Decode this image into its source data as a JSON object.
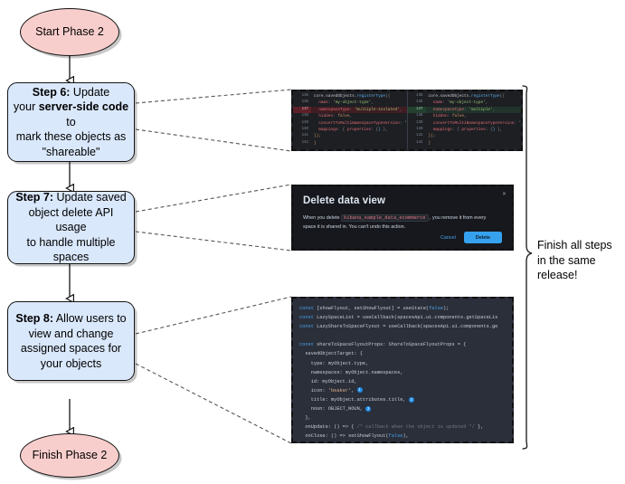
{
  "diagram": {
    "type": "flowchart",
    "title": "Phase 2 steps flowchart",
    "colors": {
      "terminator_fill": "#f8cecc",
      "process_fill": "#dae8fc",
      "stroke": "#151515",
      "callout_border": "#111111",
      "accent_button": "#36a2ef"
    }
  },
  "flow": {
    "start": {
      "label": "Start Phase 2"
    },
    "finish": {
      "label": "Finish Phase 2"
    },
    "steps": [
      {
        "id": "step6",
        "label_prefix": "Step 6:",
        "line1_rest": " Update",
        "line2_a": "your ",
        "line2_bold": "server-side code",
        "line2_b": " to",
        "line3": "mark these objects as",
        "line4": "\"shareable\""
      },
      {
        "id": "step7",
        "label_prefix": "Step 7:",
        "line1_rest": " Update saved",
        "line2": "object delete API usage",
        "line3": "to handle multiple spaces"
      },
      {
        "id": "step8",
        "label_prefix": "Step 8:",
        "line1_rest": " Allow users to",
        "line2": "view and change",
        "line3": "assigned spaces for",
        "line4": "your objects"
      }
    ]
  },
  "note": {
    "line1": "Finish all steps",
    "line2": "in the same",
    "line3": "release!"
  },
  "callouts": {
    "step6_code_diff": {
      "kind": "code-diff",
      "left": {
        "rows": [
          {
            "num": "136",
            "type": "ctx",
            "code": "core.savedObjects.registerType({"
          },
          {
            "num": "136",
            "type": "ctx",
            "code": "name: 'my-object-type',"
          },
          {
            "num": "137",
            "type": "del",
            "code": "namespaceType: 'multiple-isolated',"
          },
          {
            "num": "138",
            "type": "ctx",
            "code": "hidden: false,"
          },
          {
            "num": "139",
            "type": "ctx",
            "code": "convertToMultiNamespaceTypeVersion:"
          },
          {
            "num": "140",
            "type": "ctx",
            "code": "mappings: { properties: {} },"
          },
          {
            "num": "141",
            "type": "ctx",
            "code": "});"
          },
          {
            "num": "142",
            "type": "ctx",
            "code": "}"
          }
        ]
      },
      "right": {
        "rows": [
          {
            "num": "136",
            "type": "ctx",
            "code": "core.savedObjects.registerType({"
          },
          {
            "num": "136",
            "type": "ctx",
            "code": "name: 'my-object-type',"
          },
          {
            "num": "137",
            "type": "add",
            "code": "namespaceType: 'multiple',"
          },
          {
            "num": "138",
            "type": "ctx",
            "code": "hidden: false,"
          },
          {
            "num": "139",
            "type": "ctx",
            "code": "convertToMultiNamespaceTypeVersion:"
          },
          {
            "num": "140",
            "type": "ctx",
            "code": "mappings: { properties: {} },"
          },
          {
            "num": "141",
            "type": "ctx",
            "code": "});"
          },
          {
            "num": "142",
            "type": "ctx",
            "code": "}"
          }
        ]
      }
    },
    "step7_modal": {
      "kind": "dialog",
      "title": "Delete data view",
      "body_before": "When you delete ",
      "body_code": "kibana_sample_data_ecommerce",
      "body_after": " , you remove it from every space it is shared in. You can't undo this action.",
      "close_icon": "close-icon",
      "cancel_label": "Cancel",
      "delete_label": "Delete"
    },
    "step8_code": {
      "kind": "code",
      "lines": [
        "const [showFlyout, setShowFlyout] = useState(false);",
        "const LazySpaceList = useCallback(spacesApi.ui.components.getSpaceLis",
        "const LazyShareToSpaceFlyout = useCallback(spacesApi.ui.components.ge",
        "",
        "const shareToSpaceFlyoutProps: ShareToSpaceFlyoutProps = {",
        "  savedObjectTarget: {",
        "    type: myObject.type,",
        "    namespaces: myObject.namespaces,",
        "    id: myObject.id,",
        "    icon: 'beaker',",
        "    title: myObject.attributes.title,",
        "    noun: OBJECT_NOUN,",
        "  },",
        "  onUpdate: () => { /* callback when the object is updated */ },",
        "  onClose: () => setShowFlyout(false),",
        "};"
      ],
      "badges": {
        "icon_line": "1",
        "title_line": "2",
        "noun_line": "3"
      }
    }
  }
}
